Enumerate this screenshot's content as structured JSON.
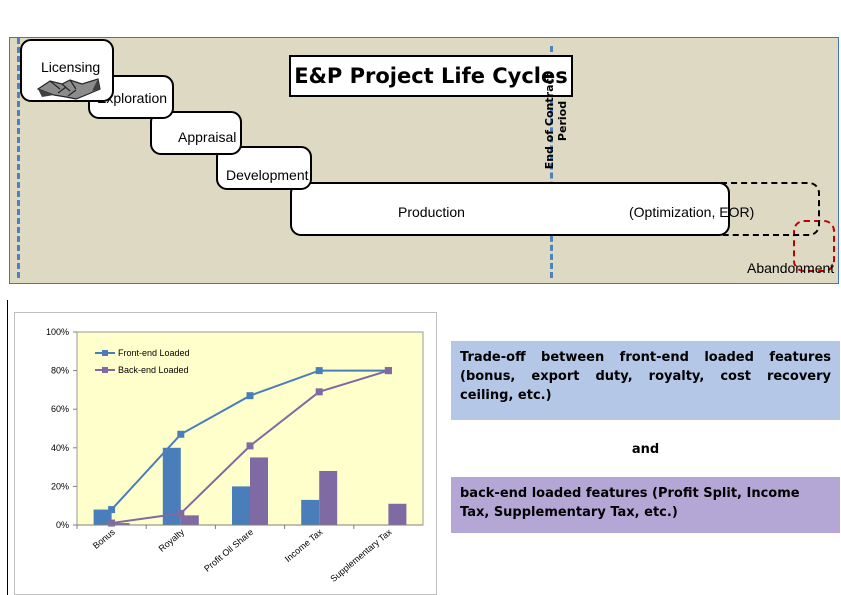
{
  "diagram": {
    "title": "E&P Project Life Cycles",
    "stages": {
      "licensing": "Licensing",
      "exploration": "Exploration",
      "appraisal": "Appraisal",
      "development": "Development",
      "production": "Production",
      "optimization": "(Optimization, EOR)",
      "abandonment": "Abandonment"
    },
    "end_of_contract": "End of Contract Period"
  },
  "chart_data": {
    "type": "bar",
    "categories": [
      "Bonus",
      "Royalty",
      "Profit Oil Share",
      "Income Tax",
      "Supplementary Tax"
    ],
    "ylim": [
      0,
      100
    ],
    "yticks": [
      "0%",
      "20%",
      "40%",
      "60%",
      "80%",
      "100%"
    ],
    "series": [
      {
        "name": "Front-end Loaded",
        "bar_values": [
          8,
          40,
          20,
          13,
          0
        ],
        "line_values": [
          8,
          47,
          67,
          80,
          80
        ],
        "color": "#4a7ebb"
      },
      {
        "name": "Back-end Loaded",
        "bar_values": [
          1,
          5,
          35,
          28,
          11
        ],
        "line_values": [
          1,
          6,
          41,
          69,
          80
        ],
        "color": "#7f6aa3"
      }
    ],
    "legend_position": "top-left",
    "plot_background": "#ffffcc"
  },
  "notes": {
    "front": "Trade-off between front-end loaded features (bonus, export duty, royalty, cost recovery ceiling, etc.)",
    "and": "and",
    "back": "back-end loaded features (Profit Split, Income Tax, Supplementary Tax, etc.)"
  }
}
